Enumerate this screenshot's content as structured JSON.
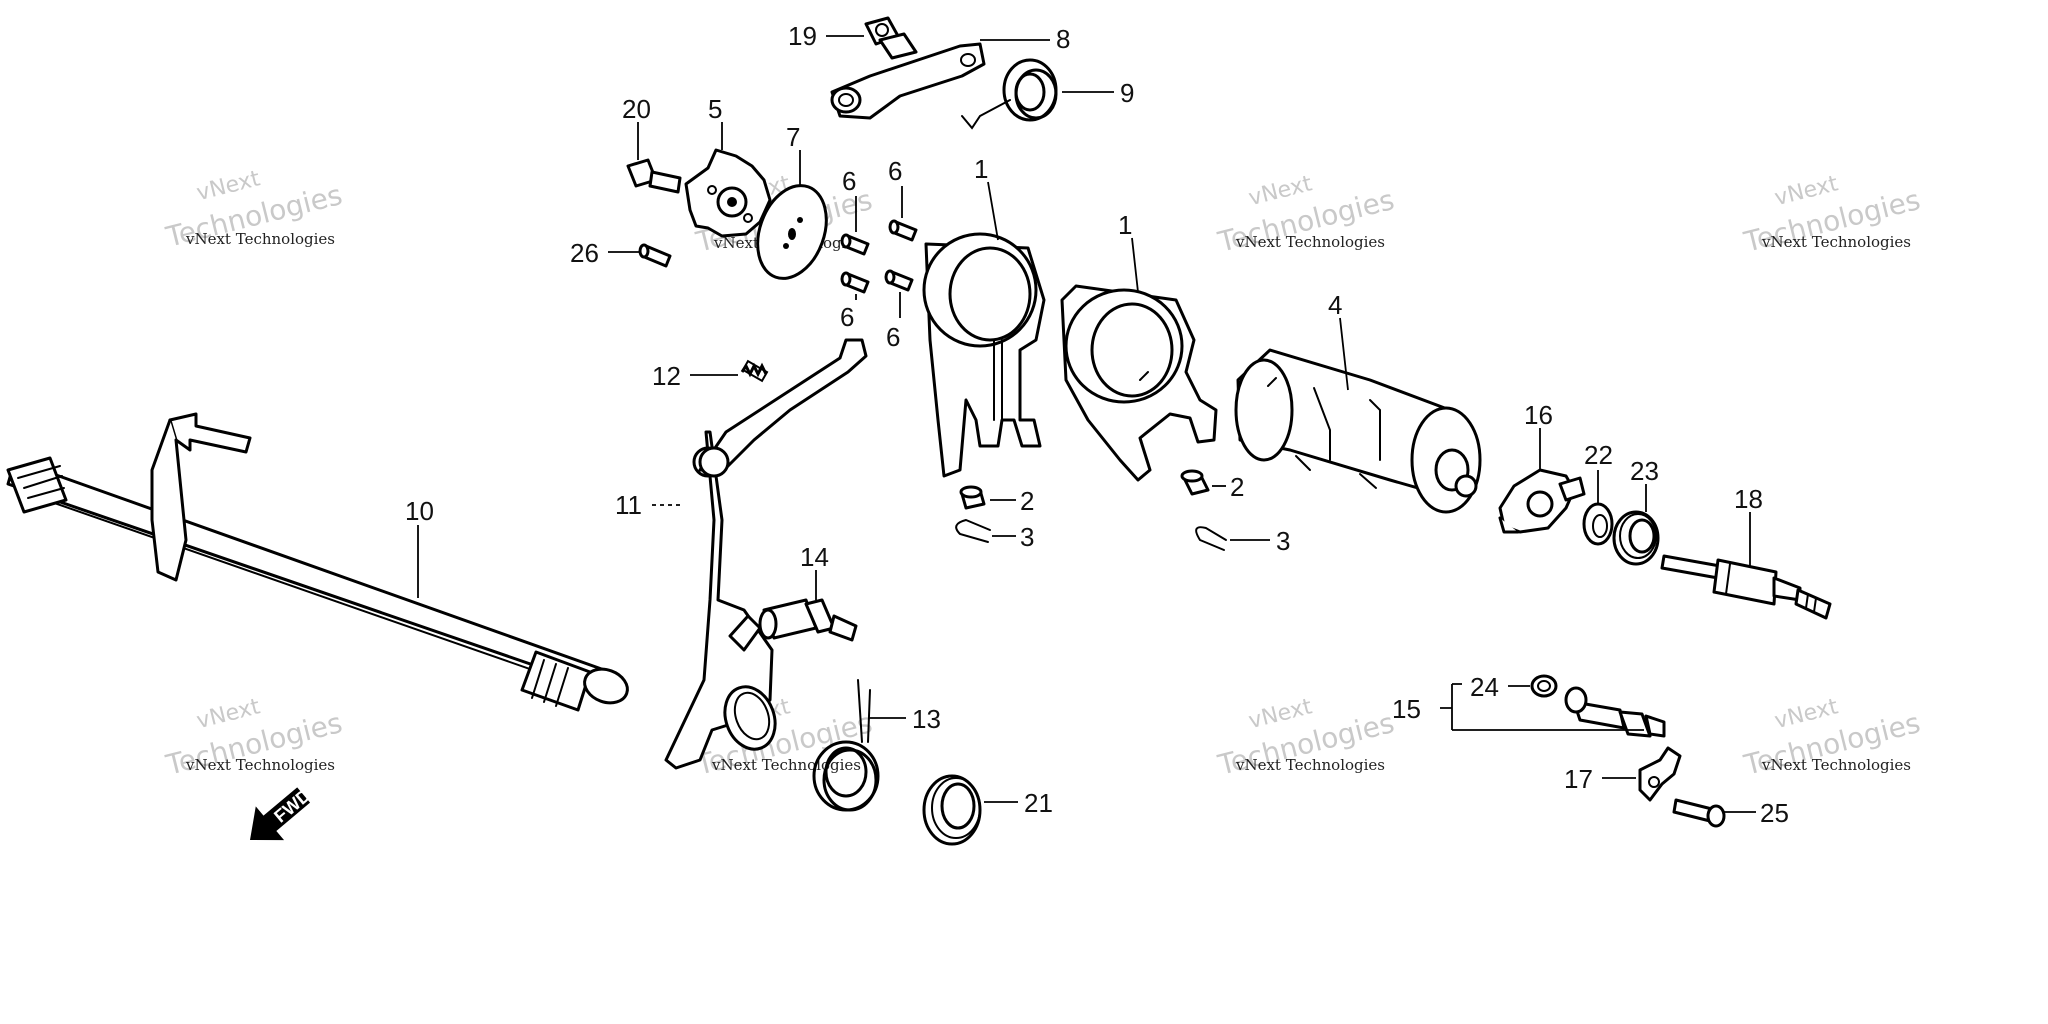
{
  "callouts": [
    "1",
    "1",
    "2",
    "2",
    "3",
    "3",
    "4",
    "5",
    "6",
    "6",
    "6",
    "6",
    "7",
    "8",
    "9",
    "10",
    "11",
    "12",
    "13",
    "14",
    "15",
    "16",
    "17",
    "18",
    "19",
    "20",
    "21",
    "22",
    "23",
    "24",
    "25",
    "26"
  ],
  "watermark": {
    "line1": "vNext",
    "line2": "vNext Technologies",
    "line3": "Technologies"
  },
  "direction_arrow": {
    "label": "FWD",
    "icon": "front-direction-arrow-icon"
  }
}
